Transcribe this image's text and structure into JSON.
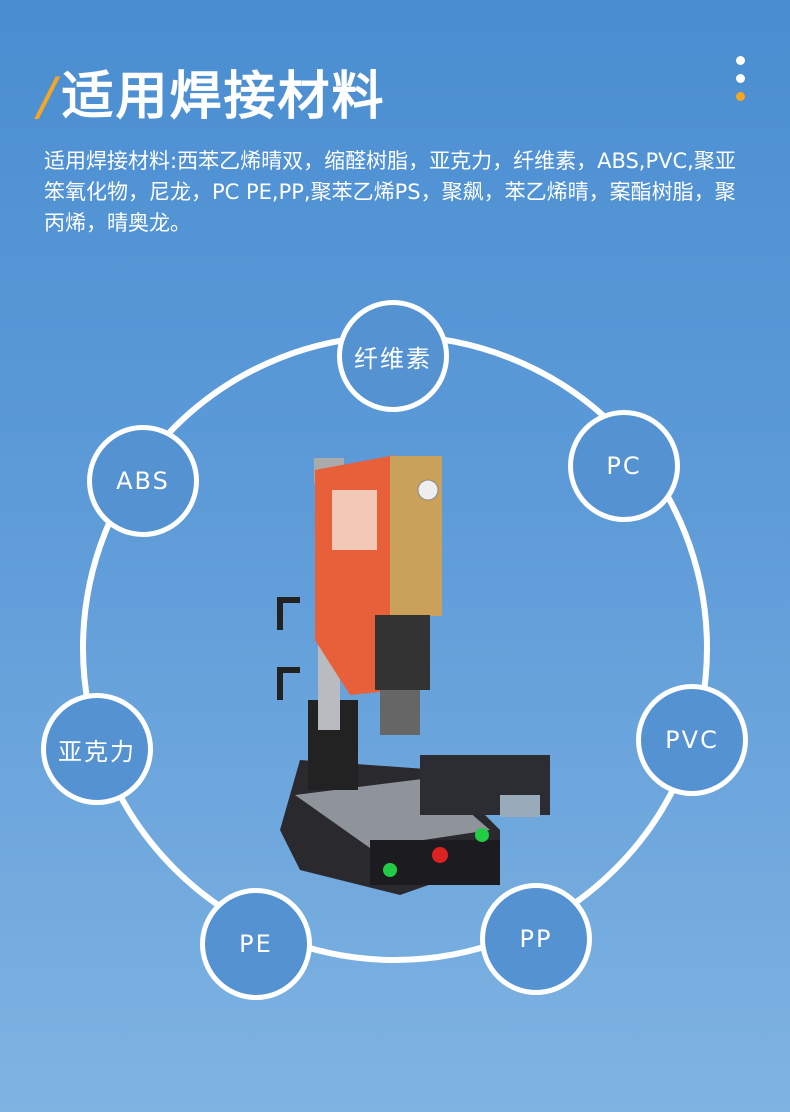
{
  "header": {
    "title": "适用焊接材料",
    "description": "适用焊接材料:西苯乙烯晴双，缩醛树脂，亚克力，纤维素，ABS,PVC,聚亚笨氧化物，尼龙，PC PE,PP,聚苯乙烯PS，聚飙，苯乙烯晴，案酯树脂，聚丙烯，晴奥龙。"
  },
  "materials": [
    "纤维素",
    "PC",
    "PVC",
    "PP",
    "PE",
    "亚克力",
    "ABS"
  ],
  "colors": {
    "accent": "#f5a623",
    "machine": "#e8603a"
  }
}
